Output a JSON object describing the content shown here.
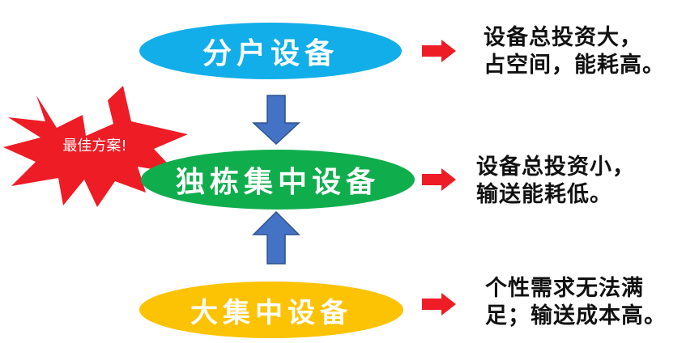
{
  "diagram": {
    "nodes": [
      {
        "label": "分户设备",
        "color": "#12aee9",
        "note_line1": "设备总投资大，",
        "note_line2": "占空间，能耗高。"
      },
      {
        "label": "独栋集中设备",
        "color": "#10ad4d",
        "note_line1": "设备总投资小，",
        "note_line2": "输送能耗低。"
      },
      {
        "label": "大集中设备",
        "color": "#fbc303",
        "note_line1": "个性需求无法满",
        "note_line2": "足；输送成本高。"
      }
    ],
    "burst_label": "最佳方案!",
    "burst_color": "#ee1c25",
    "arrow_color": "#4472c4",
    "pointer_color": "#ee1c25"
  }
}
